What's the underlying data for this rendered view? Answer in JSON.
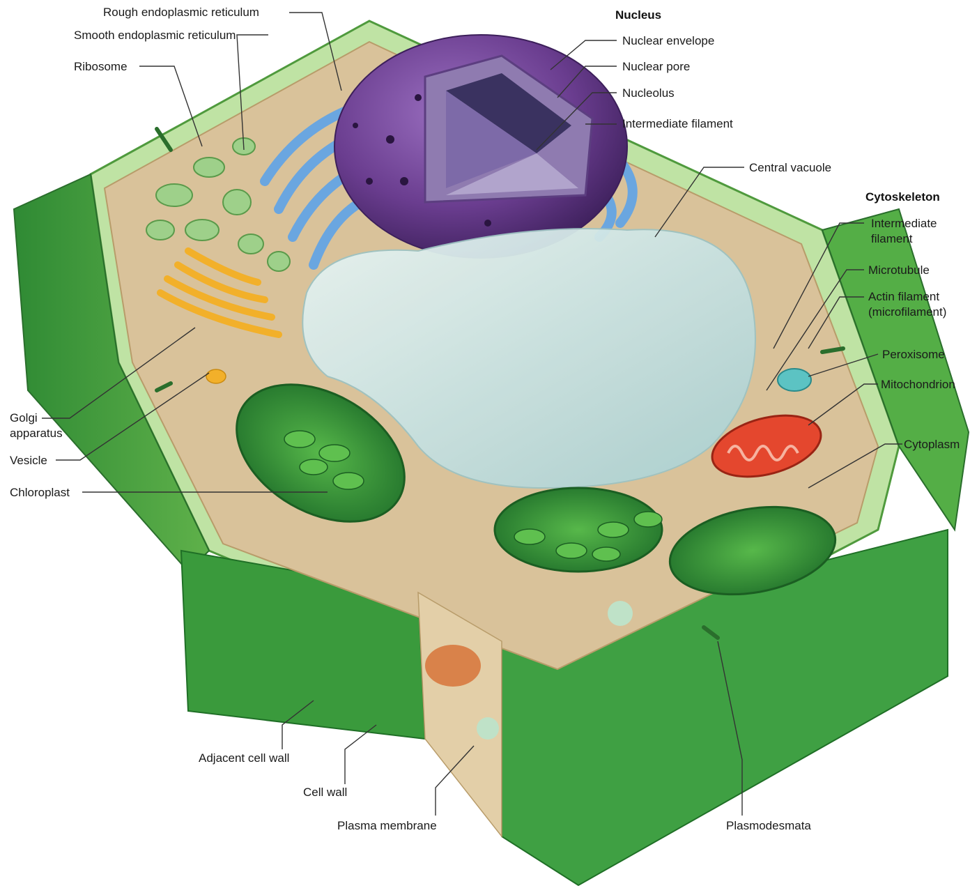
{
  "labels": {
    "rough_er": "Rough endoplasmic reticulum",
    "smooth_er": "Smooth endoplasmic reticulum",
    "ribosome": "Ribosome",
    "golgi_line1": "Golgi",
    "golgi_line2": "apparatus",
    "vesicle": "Vesicle",
    "chloroplast": "Chloroplast",
    "nucleus_header": "Nucleus",
    "nuclear_envelope": "Nuclear envelope",
    "nuclear_pore": "Nuclear pore",
    "nucleolus": "Nucleolus",
    "nucleus_intermediate_filament": "Intermediate filament",
    "central_vacuole": "Central vacuole",
    "cytoskeleton_header": "Cytoskeleton",
    "cyto_intermediate_line1": "Intermediate",
    "cyto_intermediate_line2": "filament",
    "microtubule": "Microtubule",
    "actin_line1": "Actin filament",
    "actin_line2": "(microfilament)",
    "peroxisome": "Peroxisome",
    "mitochondrion": "Mitochondrion",
    "cytoplasm": "Cytoplasm",
    "adjacent_cell_wall": "Adjacent cell wall",
    "cell_wall": "Cell wall",
    "plasma_membrane": "Plasma membrane",
    "plasmodesmata": "Plasmodesmata"
  },
  "colors": {
    "wall_light": "#a9d98a",
    "wall_mid": "#6fbf55",
    "wall_dark": "#2f8a34",
    "cytoplasm": "#d9c29a",
    "nucleus": "#6a3d8f",
    "er": "#6aa6e0",
    "smooth_er": "#9ed08a",
    "golgi": "#f2b02a",
    "vacuole": "#cfe6e6",
    "chloroplast": "#2f9a3a",
    "mitochondrion": "#e4472e",
    "peroxisome": "#5cc3c3"
  }
}
